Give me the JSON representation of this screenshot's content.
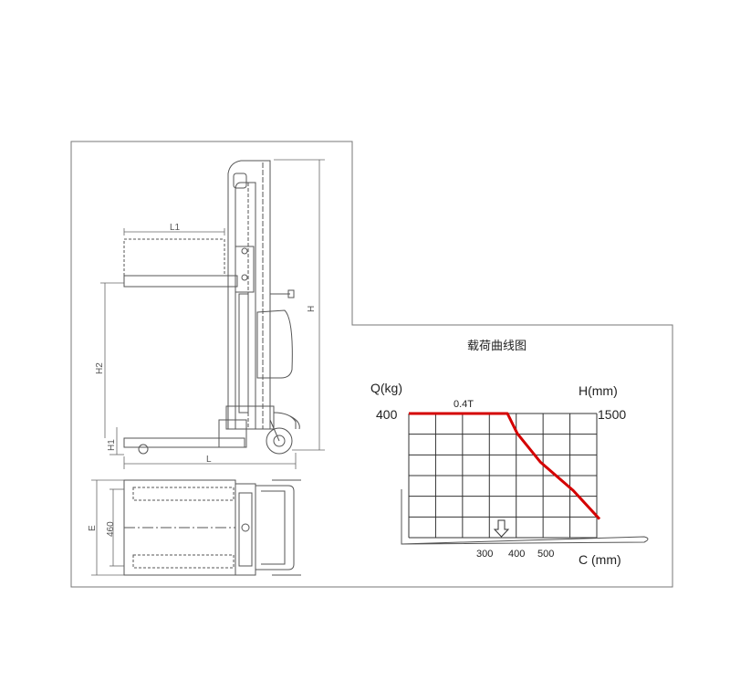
{
  "drawing": {
    "labels": {
      "l1": "L1",
      "h": "H",
      "h2": "H2",
      "h1": "H1",
      "l": "L",
      "e": "E",
      "w460": "460"
    },
    "colors": {
      "line": "#555555",
      "frame": "#777777"
    }
  },
  "chart_data": {
    "type": "line",
    "title": "载荷曲线图",
    "y_label": "Q(kg)",
    "y_right_label": "H(mm)",
    "x_label": "C (mm)",
    "load_label": "0.4T",
    "y_max_label": "400",
    "y_right_max_label": "1500",
    "x_ticks": [
      "300",
      "400",
      "500"
    ],
    "series_color": "#d40000",
    "series": [
      {
        "x": [
          0,
          300,
          330,
          400,
          500,
          580
        ],
        "y": [
          400,
          400,
          330,
          230,
          130,
          30
        ]
      }
    ]
  }
}
